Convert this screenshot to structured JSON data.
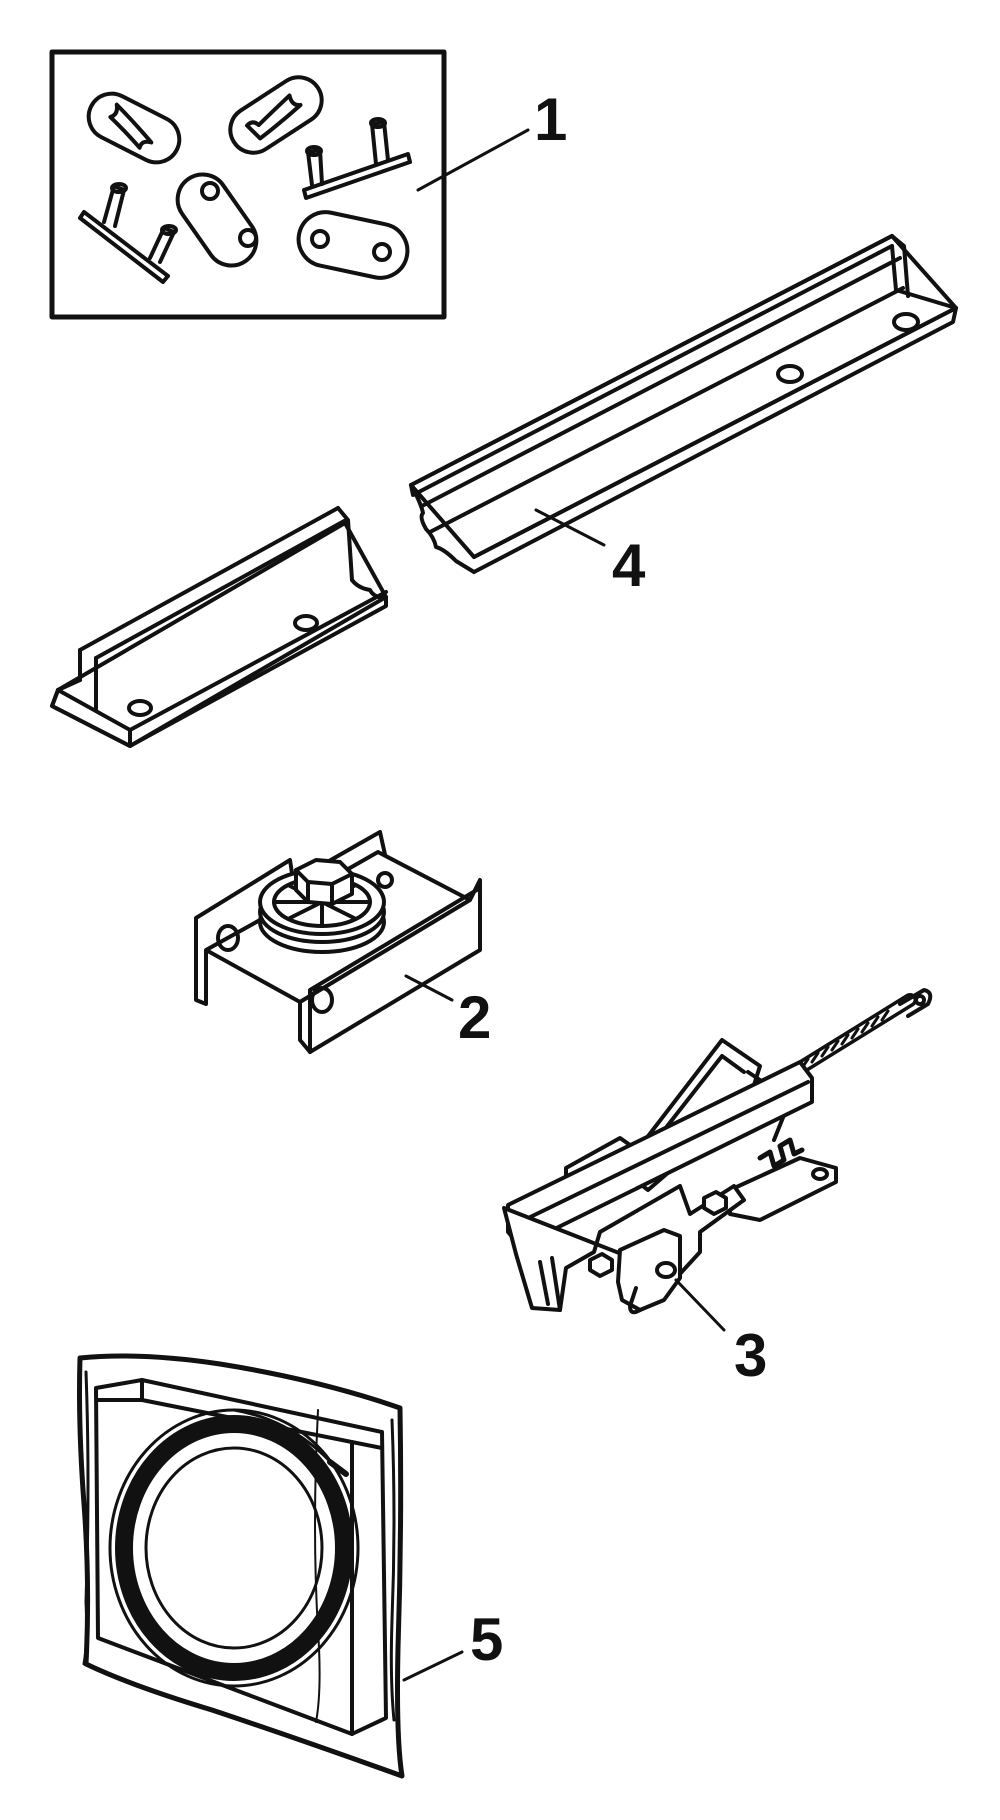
{
  "diagram": {
    "colors": {
      "ink": "#111111",
      "paper": "#ffffff"
    },
    "callouts": [
      {
        "id": "1",
        "label": "1",
        "part": "chain-link-kit"
      },
      {
        "id": "4",
        "label": "4",
        "part": "rail-sections"
      },
      {
        "id": "2",
        "label": "2",
        "part": "idler-pulley-bracket"
      },
      {
        "id": "3",
        "label": "3",
        "part": "trolley-assembly"
      },
      {
        "id": "5",
        "label": "5",
        "part": "wire-coil-package"
      }
    ]
  }
}
